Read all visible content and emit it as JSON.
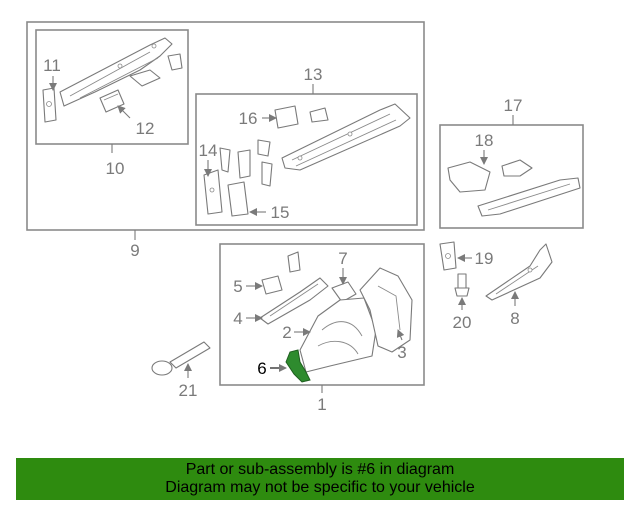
{
  "diagram": {
    "callouts": {
      "c1": "1",
      "c2": "2",
      "c3": "3",
      "c4": "4",
      "c5": "5",
      "c6": "6",
      "c7": "7",
      "c8": "8",
      "c9": "9",
      "c10": "10",
      "c11": "11",
      "c12": "12",
      "c13": "13",
      "c14": "14",
      "c15": "15",
      "c16": "16",
      "c17": "17",
      "c18": "18",
      "c19": "19",
      "c20": "20",
      "c21": "21"
    },
    "highlighted_part": "6",
    "highlight_color": "#2e8b2e"
  },
  "banner": {
    "line1": "Part or sub-assembly is #6 in diagram",
    "line2": "Diagram may not be specific to your vehicle",
    "background": "#2e8b0f"
  }
}
